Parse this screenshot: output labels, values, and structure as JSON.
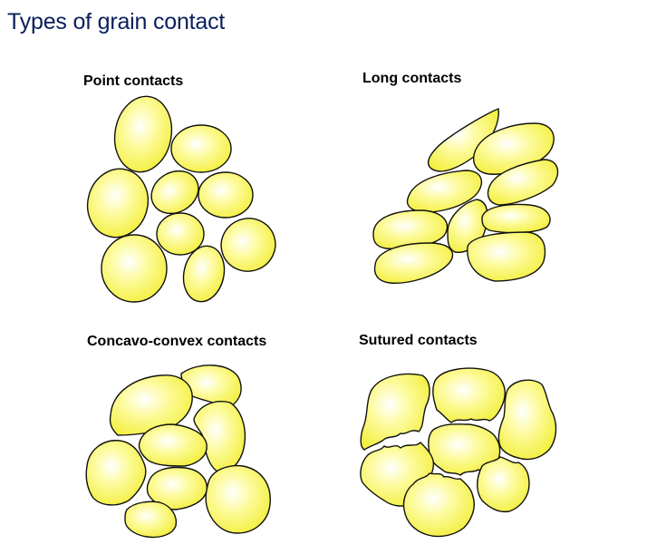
{
  "title": "Types of grain contact",
  "panels": {
    "point": {
      "label": "Point contacts"
    },
    "long": {
      "label": "Long contacts"
    },
    "concavo": {
      "label": "Concavo-convex contacts"
    },
    "sutured": {
      "label": "Sutured contacts"
    }
  },
  "colors": {
    "grain_center": "#ffffff",
    "grain_mid": "#fdfb9e",
    "grain_edge": "#f4f046",
    "outline": "#111111",
    "title": "#0a1f5c"
  }
}
